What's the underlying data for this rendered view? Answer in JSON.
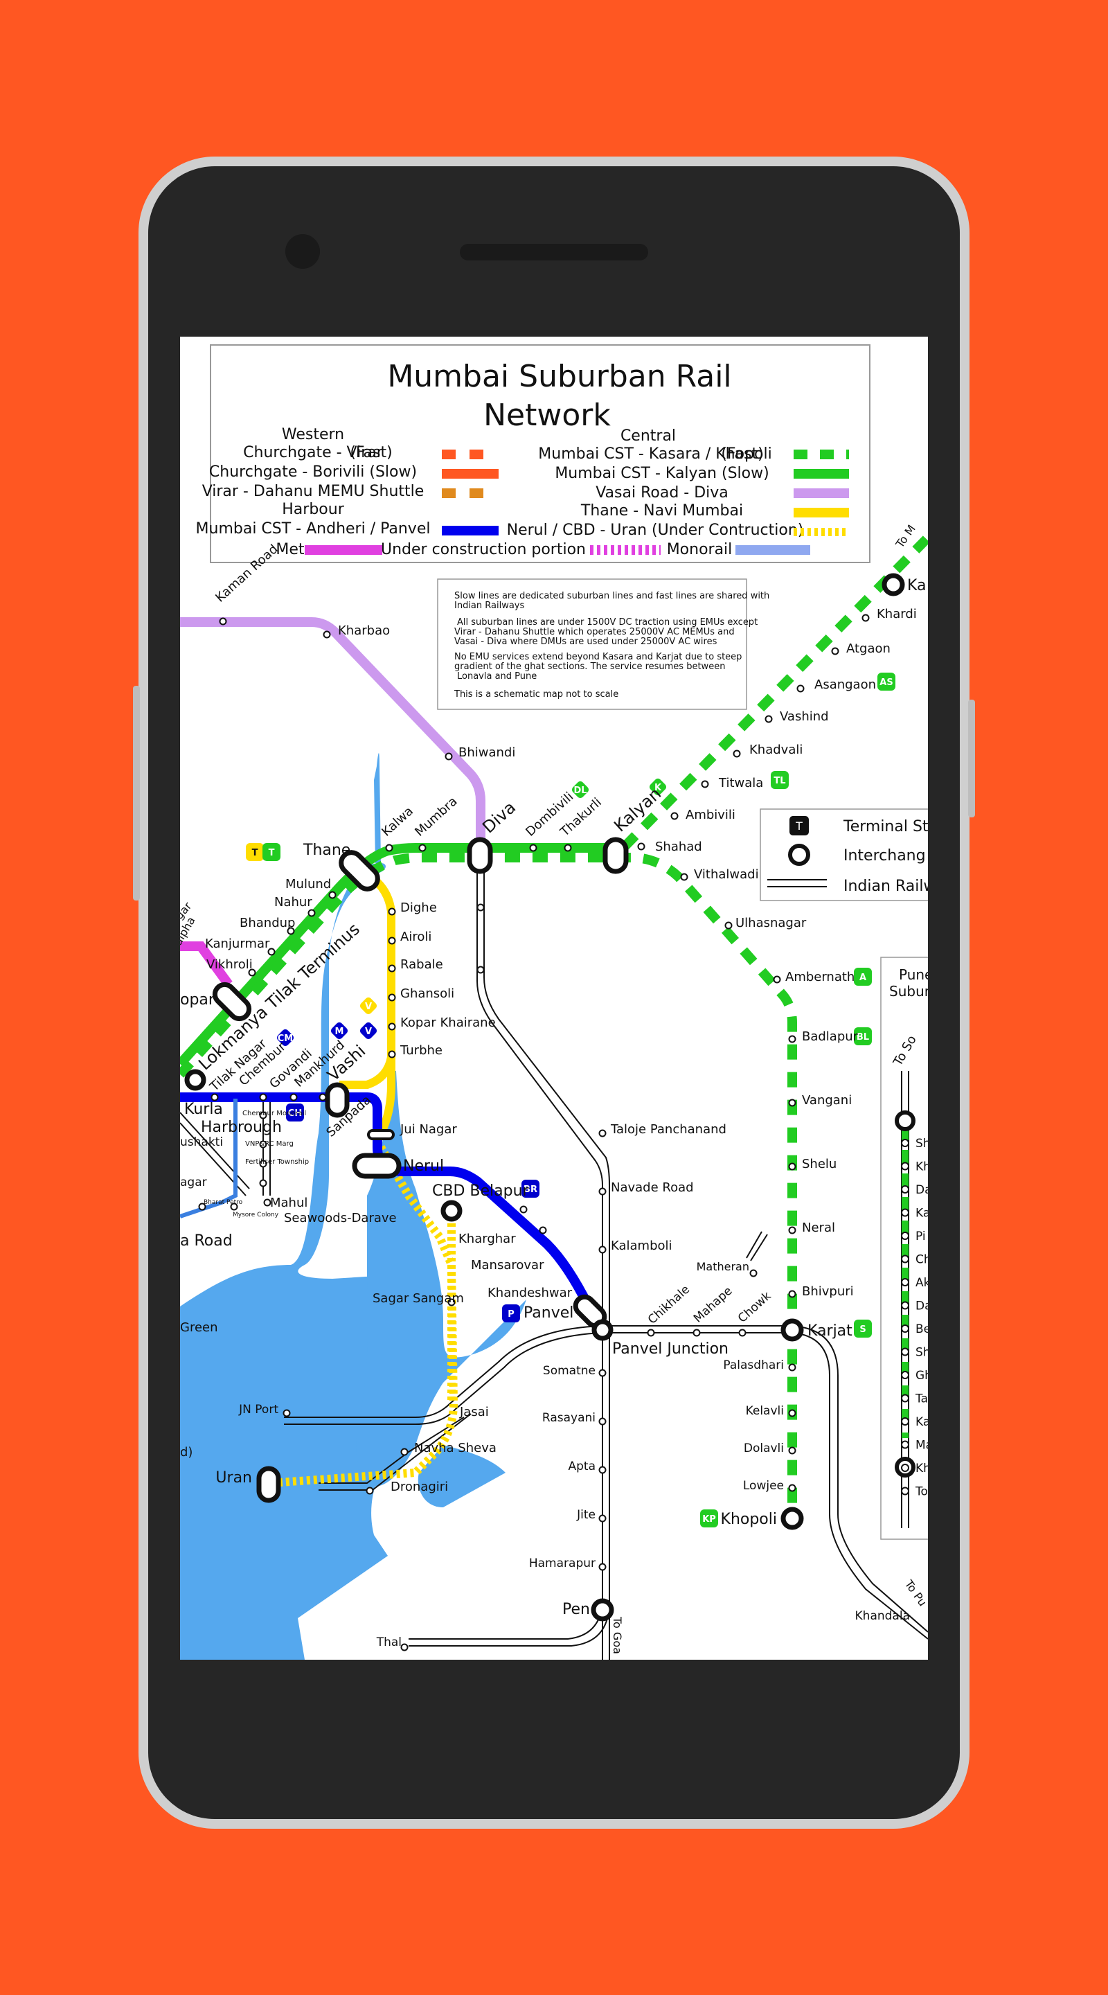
{
  "title_line1": "Mumbai Suburban Rail",
  "title_line2": "Network",
  "legend": {
    "western_header": "Western",
    "central_header": "Central",
    "harbour_header": "Harbour",
    "items_left": [
      "Churchgate - Virar",
      "(Fast)",
      "Churchgate - Borivili (Slow)",
      "Virar - Dahanu MEMU Shuttle",
      "Mumbai CST - Andheri / Panvel"
    ],
    "items_right": [
      "Mumbai CST - Kasara / Khopoli",
      "(Fast)",
      "Mumbai CST - Kalyan (Slow)",
      "Vasai Road - Diva",
      "Thane - Navi Mumbai",
      "Nerul / CBD  - Uran (Under Contruction)"
    ],
    "metro": "Metro",
    "under_construction": "Under construction portion",
    "monorail": "Monorail",
    "colors": {
      "western_fast": "#FF5722",
      "western_slow": "#FF5722",
      "memu": "#E08A1E",
      "harbour": "#0000EE",
      "central": "#22CC22",
      "vasai_diva": "#CC99EE",
      "thane_navi": "#FFDD00",
      "metro": "#E040E0",
      "monorail": "#8FA8F0",
      "water": "#55A8EE"
    }
  },
  "notes": [
    "Slow lines are dedicated suburban lines and fast lines are shared with",
    "Indian Railways",
    "All suburban lines are under 1500V DC traction using EMUs except",
    "Virar - Dahanu Shuttle which operates 25000V AC MEMUs and",
    "Vasai - Diva where DMUs are used under 25000V AC  wires",
    "No EMU services extend beyond Kasara and Karjat due to steep",
    "gradient  of the ghat sections. The service resumes between",
    "Lonavla and Pune",
    "This is a schematic map not to scale"
  ],
  "key": {
    "terminal": "Terminal St",
    "interchange": "Interchang",
    "indian_railways": "Indian Railw",
    "t_letter": "T"
  },
  "pune_box": {
    "line1": "Pune",
    "line2": "Suburb",
    "to_solapur": "To So",
    "items": [
      "Sh",
      "Kh",
      "Da",
      "Ka",
      "Pi",
      "Ch",
      "Ak",
      "Da",
      "Be",
      "Sh",
      "Gh",
      "Ta",
      "Ka",
      "Ma",
      "Kh",
      "To"
    ]
  },
  "stations": {
    "kaman_road": "Kaman Road",
    "kharbao": "Kharbao",
    "bhiwandi": "Bhiwandi",
    "kalwa": "Kalwa",
    "mumbra": "Mumbra",
    "diva": "Diva",
    "dombivili": "Dombivili",
    "thakurli": "Thakurli",
    "kalyan": "Kalyan",
    "shahad": "Shahad",
    "ambivili": "Ambivili",
    "titwala": "Titwala",
    "khadvali": "Khadvali",
    "vashind": "Vashind",
    "asangaon": "Asangaon",
    "atgaon": "Atgaon",
    "khardi": "Khardi",
    "kasara": "Ka",
    "to_mumbai": "To M",
    "vithalwadi": "Vithalwadi",
    "ulhasnagar": "Ulhasnagar",
    "ambernath": "Ambernath",
    "badlapur": "Badlapur",
    "vangani": "Vangani",
    "shelu": "Shelu",
    "neral": "Neral",
    "bhivpuri": "Bhivpuri",
    "karjat": "Karjat",
    "palasdhari": "Palasdhari",
    "kelavli": "Kelavli",
    "dolavli": "Dolavli",
    "lowjee": "Lowjee",
    "khopoli": "Khopoli",
    "matheran": "Matheran",
    "khandala": "Khandala",
    "to_pune": "To Pu",
    "thane": "Thane",
    "mulund": "Mulund",
    "nahur": "Nahur",
    "bhandup": "Bhandup",
    "kanjurmarg": "Kanjurmar",
    "vikhroli": "Vikhroli",
    "ghatkopar": "opar",
    "nagar": "agar",
    "alpha": "alpha",
    "ltt": "Lokmanya Tilak Terminus",
    "tilak_nagar": "Tilak Nagar",
    "chembur": "Chembur",
    "govandi": "Govandi",
    "mankhurd": "Mankhurd",
    "vashi": "Vashi",
    "sanpada": "Sanpada",
    "kurla": "Kurla",
    "harbrough": "Harbrough",
    "chembur_monorail": "Chembur Monorail",
    "vnp_marg": "VNP&RC Marg",
    "fertiliser": "Fertiliser Township",
    "bharat_petro": "Bharat Petro",
    "mysore_colony": "Mysore Colony",
    "anushakti": "ushakti",
    "gtb_nagar": "agar",
    "mahul": "Mahul",
    "wadala_road": "a Road",
    "dighe": "Dighe",
    "airoli": "Airoli",
    "rabale": "Rabale",
    "ghansoli": "Ghansoli",
    "kopar_khairane": "Kopar Khairane",
    "turbhe": "Turbhe",
    "jui_nagar": "Jui Nagar",
    "nerul": "Nerul",
    "seawoods": "Seawoods-Darave",
    "cbd_belapur": "CBD Belapur",
    "kharghar": "Kharghar",
    "mansarovar": "Mansarovar",
    "khandeshwar": "Khandeshwar",
    "panvel": "Panvel",
    "panvel_junction": "Panvel Junction",
    "sagar_sangam": "Sagar Sangam",
    "taloje": "Taloje Panchanand",
    "navade": "Navade Road",
    "kalamboli": "Kalamboli",
    "chikhale": "Chikhale",
    "mahape": "Mahape",
    "chowk": "Chowk",
    "somatne": "Somatne",
    "rasayani": "Rasayani",
    "apta": "Apta",
    "jite": "Jite",
    "hamarapur": "Hamarapur",
    "pen": "Pen",
    "to_goa": "To Goa",
    "thal": "Thal",
    "jn_port": "JN Port",
    "jasai": "Jasai",
    "navha_sheva": "Navha Sheva",
    "dronagiri": "Dronagiri",
    "uran": "Uran",
    "green": "Green",
    "d_paren": "d)"
  },
  "badges": {
    "t": "T",
    "dl": "DL",
    "k": "K",
    "tl": "TL",
    "as": "AS",
    "a": "A",
    "bl": "BL",
    "s": "S",
    "kp": "KP",
    "cm": "CM",
    "m": "M",
    "v": "V",
    "ch": "CH",
    "br": "BR",
    "p": "P"
  }
}
